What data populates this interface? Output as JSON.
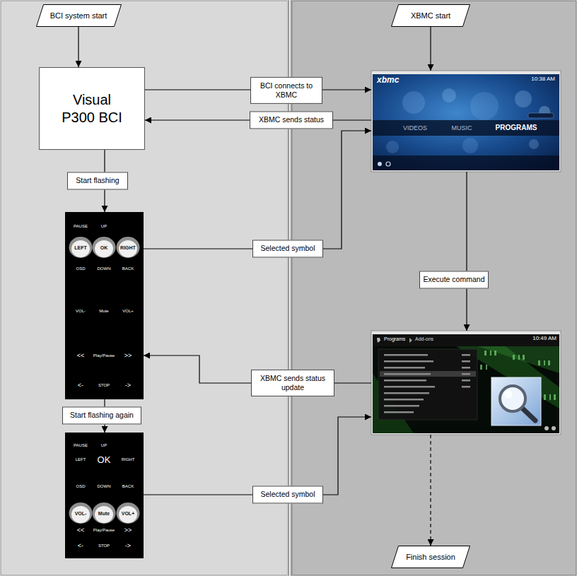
{
  "diagram": {
    "nodes": [
      {
        "text": [
          "BCI system start"
        ]
      },
      {
        "text": [
          "XBMC start"
        ]
      },
      {
        "text": [
          "Visual P300 BCI"
        ]
      },
      {
        "text": [
          "xbmc",
          "10:38 AM",
          "VIDEOS",
          "MUSIC",
          "PROGRAMS"
        ]
      },
      {
        "text": [
          "PAUSE",
          "UP",
          "LEFT",
          "OK",
          "RIGHT",
          "OSD",
          "DOWN",
          "BACK",
          "VOL-",
          "Mute",
          "VOL+",
          "<<",
          "Play/Pause",
          ">>",
          "<-",
          "STOP",
          "->"
        ]
      },
      {
        "text": [
          "Programs",
          "Add-ons",
          "10:49 AM"
        ]
      },
      {
        "text": [
          "PAUSE",
          "UP",
          "LEFT",
          "OK",
          "RIGHT",
          "OSD",
          "DOWN",
          "BACK",
          "VOL-",
          "Mute",
          "VOL+",
          "<<",
          "Play/Pause",
          ">>",
          "<-",
          "STOP",
          "->"
        ]
      },
      {
        "text": [
          "Finish session"
        ]
      }
    ],
    "edges": [
      {
        "from": 0,
        "to": 2,
        "arrow": "to"
      },
      {
        "from": 1,
        "to": 3,
        "arrow": "to"
      },
      {
        "from": 2,
        "to": 3,
        "label": "BCI connects to XBMC",
        "arrow": "to"
      },
      {
        "from": 3,
        "to": 2,
        "label": "XBMC sends status",
        "arrow": "to"
      },
      {
        "from": 2,
        "to": 4,
        "label": "Start flashing",
        "arrow": "to"
      },
      {
        "from": 4,
        "to": 3,
        "label": "Selected symbol",
        "arrow": "to"
      },
      {
        "from": 3,
        "to": 5,
        "label": "Execute command",
        "arrow": "to"
      },
      {
        "from": 5,
        "to": 4,
        "label": "XBMC sends status update",
        "arrow": "to"
      },
      {
        "from": 4,
        "to": 6,
        "label": "Start flashing again",
        "arrow": "to"
      },
      {
        "from": 6,
        "to": 5,
        "label": "Selected symbol",
        "arrow": "to"
      },
      {
        "from": 5,
        "to": 7,
        "arrow": "to"
      }
    ]
  }
}
